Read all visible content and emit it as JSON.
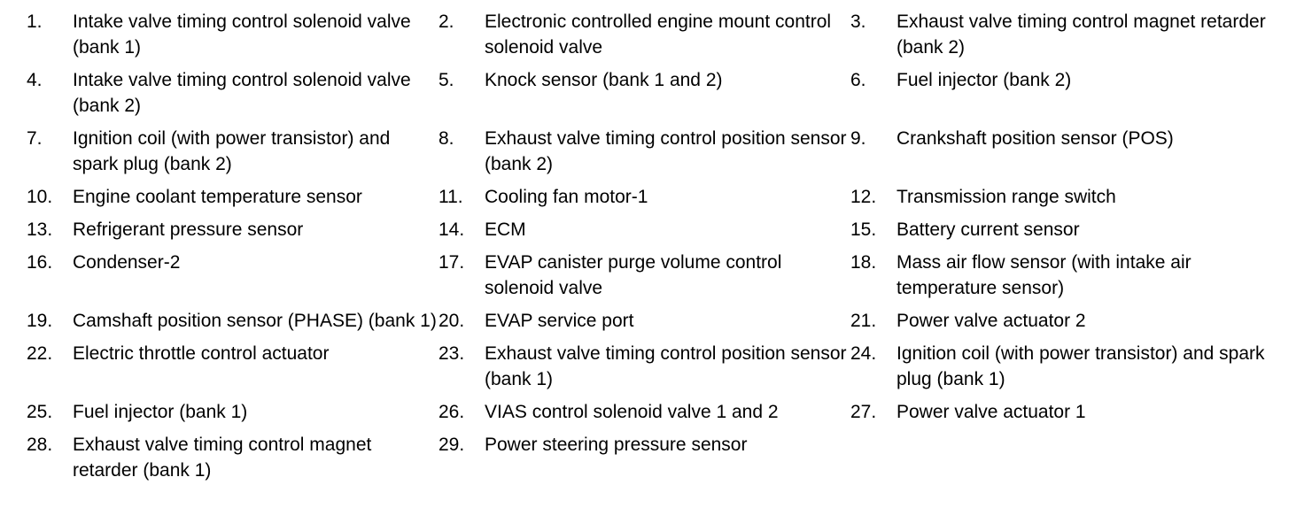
{
  "legend": {
    "items": [
      {
        "num": "1.",
        "text": "Intake valve timing control solenoid valve (bank 1)"
      },
      {
        "num": "2.",
        "text": "Electronic controlled engine mount control solenoid valve"
      },
      {
        "num": "3.",
        "text": "Exhaust valve timing control magnet retarder (bank 2)"
      },
      {
        "num": "4.",
        "text": "Intake valve timing control solenoid valve (bank 2)"
      },
      {
        "num": "5.",
        "text": "Knock sensor (bank 1 and 2)"
      },
      {
        "num": "6.",
        "text": "Fuel injector (bank 2)"
      },
      {
        "num": "7.",
        "text": "Ignition coil (with power transistor) and spark plug (bank 2)"
      },
      {
        "num": "8.",
        "text": "Exhaust valve timing control position sensor (bank 2)"
      },
      {
        "num": "9.",
        "text": "Crankshaft position sensor (POS)"
      },
      {
        "num": "10.",
        "text": "Engine coolant temperature sensor"
      },
      {
        "num": "11.",
        "text": "Cooling fan motor-1"
      },
      {
        "num": "12.",
        "text": "Transmission range switch"
      },
      {
        "num": "13.",
        "text": "Refrigerant pressure sensor"
      },
      {
        "num": "14.",
        "text": "ECM"
      },
      {
        "num": "15.",
        "text": "Battery current sensor"
      },
      {
        "num": "16.",
        "text": "Condenser-2"
      },
      {
        "num": "17.",
        "text": "EVAP canister purge volume control solenoid valve"
      },
      {
        "num": "18.",
        "text": "Mass air flow sensor (with intake air temperature sensor)"
      },
      {
        "num": "19.",
        "text": "Camshaft position sensor (PHASE) (bank 1)"
      },
      {
        "num": "20.",
        "text": "EVAP service port"
      },
      {
        "num": "21.",
        "text": "Power valve actuator 2"
      },
      {
        "num": "22.",
        "text": "Electric throttle control actuator"
      },
      {
        "num": "23.",
        "text": "Exhaust valve timing control position sensor (bank 1)"
      },
      {
        "num": "24.",
        "text": "Ignition coil (with power transistor) and spark plug (bank 1)"
      },
      {
        "num": "25.",
        "text": "Fuel injector (bank 1)"
      },
      {
        "num": "26.",
        "text": "VIAS control solenoid valve 1 and 2"
      },
      {
        "num": "27.",
        "text": "Power valve actuator 1"
      },
      {
        "num": "28.",
        "text": "Exhaust valve timing control magnet retarder (bank 1)"
      },
      {
        "num": "29.",
        "text": "Power steering pressure sensor"
      }
    ]
  }
}
